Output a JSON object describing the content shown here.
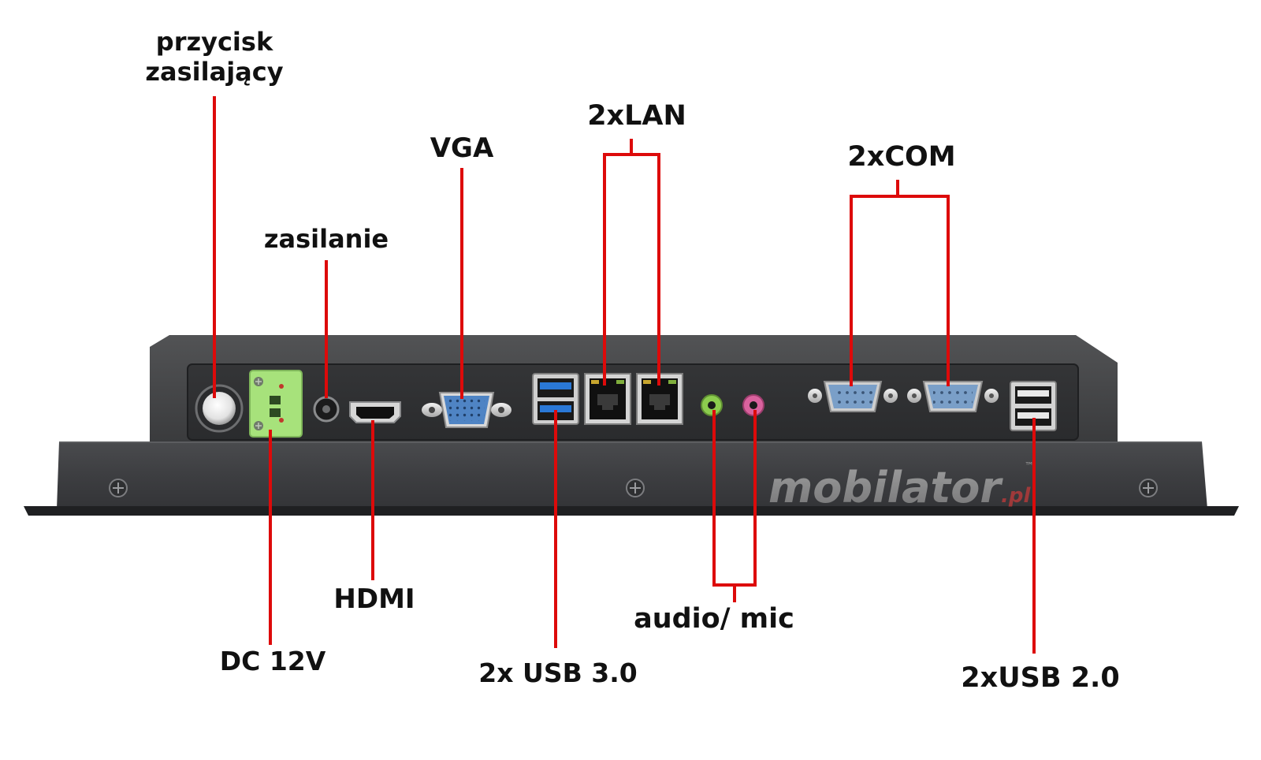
{
  "labels": {
    "power_button": "przycisk\nzasilający",
    "power": "zasilanie",
    "vga": "VGA",
    "lan": "2xLAN",
    "com": "2xCOM",
    "dc": "DC 12V",
    "hdmi": "HDMI",
    "usb3": "2x USB 3.0",
    "audio": "audio/ mic",
    "usb2": "2xUSB 2.0"
  },
  "watermark": {
    "brand": "mobilator",
    "suffix": ".pl",
    "tm": "™"
  },
  "colors": {
    "callout_line": "#dd0a0a",
    "chassis": "#3d3e40",
    "chassis_dark": "#2b2c2e",
    "terminal_block": "#a7e27b",
    "vga_port": "#4f84c4",
    "com_port": "#7a9fc8",
    "usb3_tongue": "#2a78d6",
    "audio_green": "#8ccc4e",
    "mic_pink": "#d9629e"
  }
}
